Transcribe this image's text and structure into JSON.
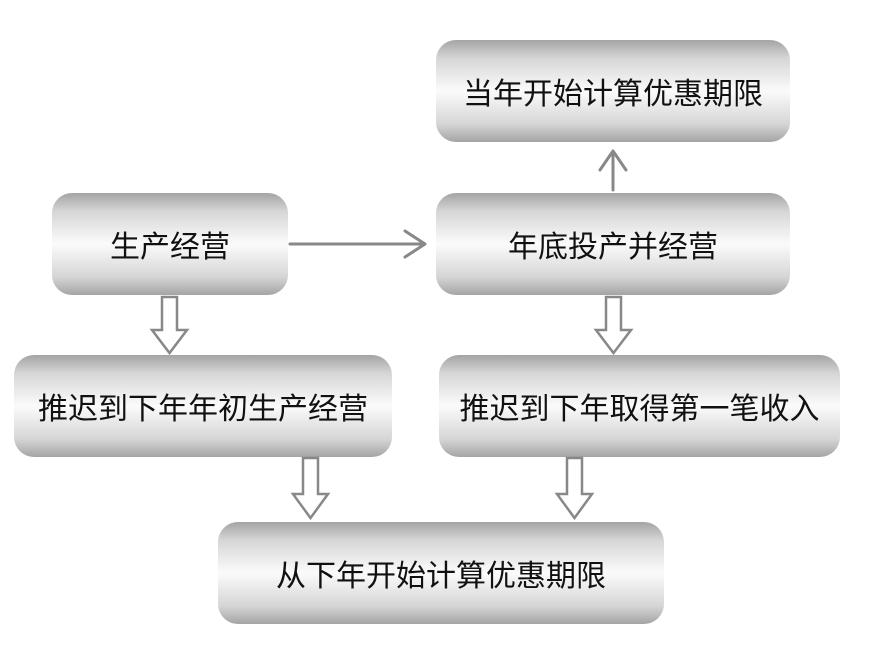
{
  "nodes": {
    "top_right": "当年开始计算优惠期限",
    "middle_right": "年底投产并经营",
    "left_start": "生产经营",
    "delay_start": "推迟到下年年初生产经营",
    "delay_income": "推迟到下年取得第一笔收入",
    "bottom": "从下年开始计算优惠期限"
  },
  "colors": {
    "box_edge": "#a4a4a4",
    "box_center": "#fbfbfb",
    "arrow": "#888888",
    "text": "#111111"
  }
}
